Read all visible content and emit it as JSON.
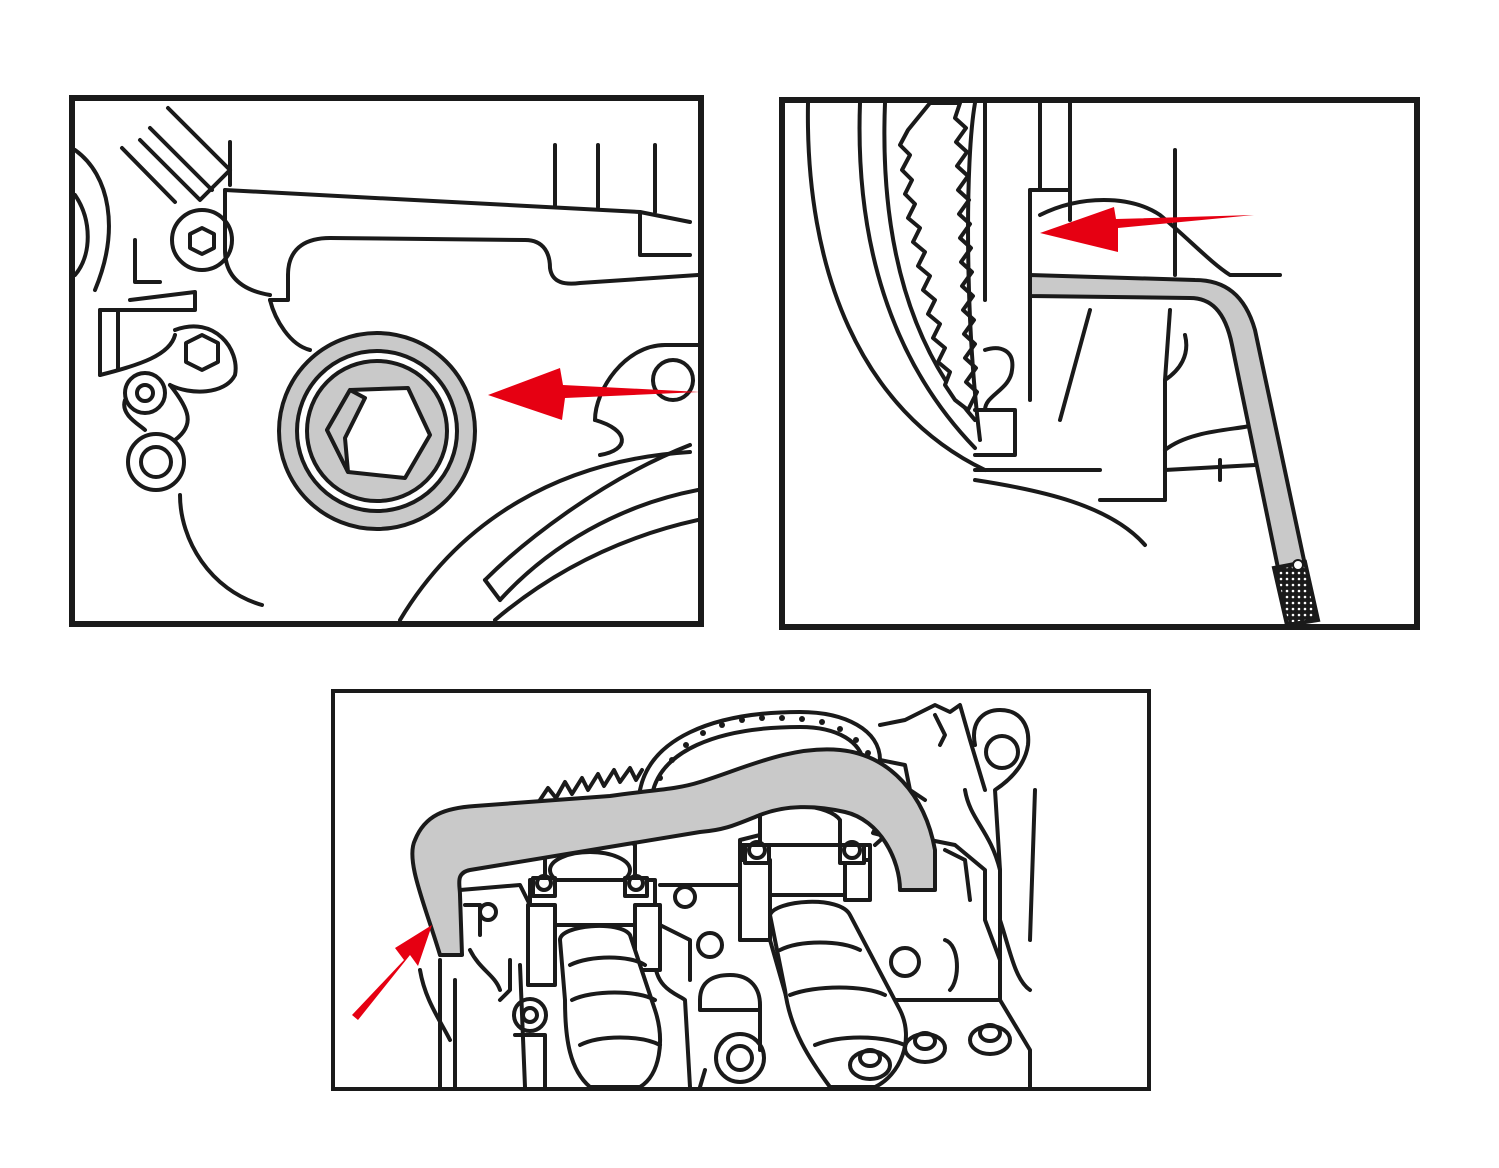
{
  "panels": [
    {
      "id": "top-left",
      "subject": "drain-plug-removal",
      "arrow_color": "#e60012"
    },
    {
      "id": "top-right",
      "subject": "locking-pin-insertion",
      "arrow_color": "#e60012"
    },
    {
      "id": "bottom",
      "subject": "camshaft-alignment-tool",
      "arrow_color": "#e60012"
    }
  ],
  "colors": {
    "line": "#1a1a1a",
    "tool_fill": "#c9c9c9",
    "arrow": "#e60012",
    "background": "#ffffff"
  }
}
